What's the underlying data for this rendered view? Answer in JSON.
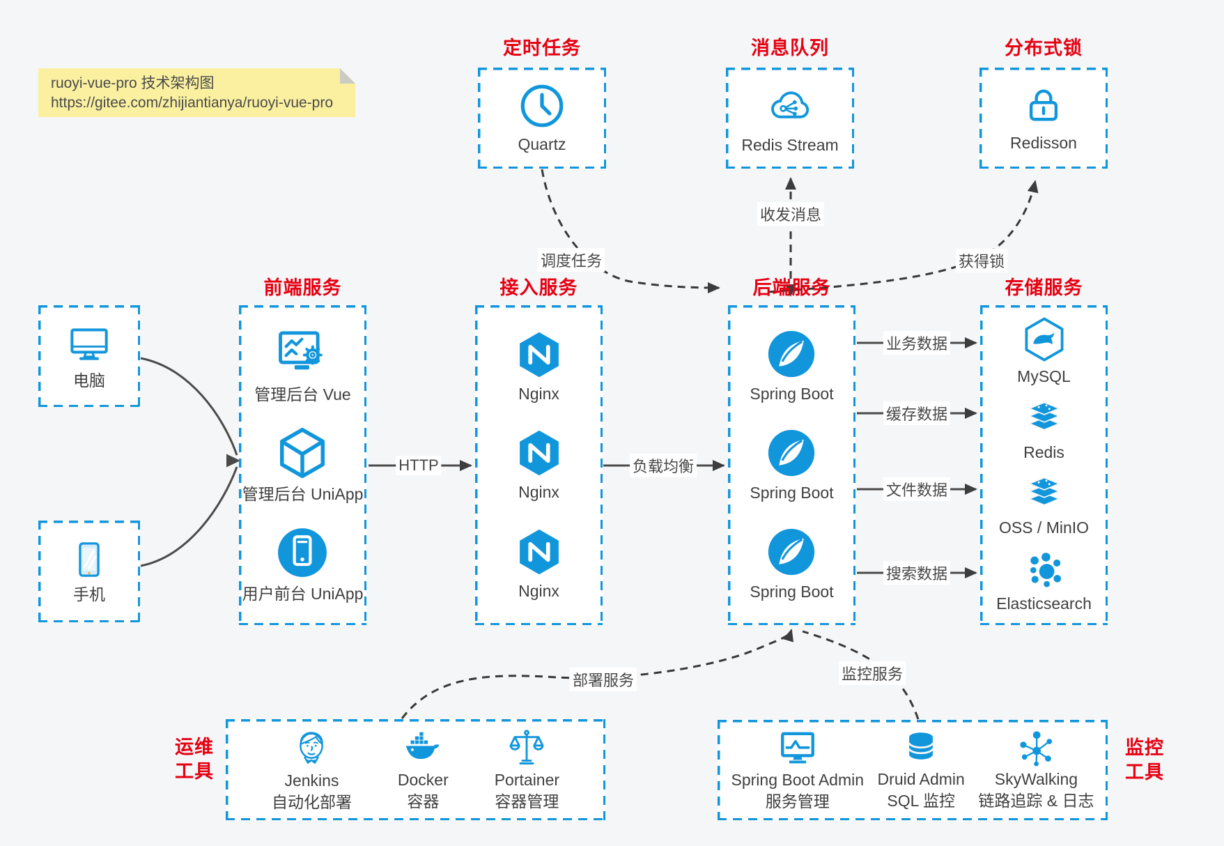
{
  "colors": {
    "accent_blue": "#1296db",
    "title_red": "#e60012",
    "connector_dark": "#3d3d3d",
    "note_bg": "#faf0a0",
    "canvas_bg": "#f5f6f7"
  },
  "note": {
    "line1": "ruoyi-vue-pro 技术架构图",
    "line2": "https://gitee.com/zhijiantianya/ruoyi-vue-pro"
  },
  "top_groups": [
    {
      "title": "定时任务",
      "icon": "clock-icon",
      "label": "Quartz"
    },
    {
      "title": "消息队列",
      "icon": "message-cloud-icon",
      "label": "Redis Stream"
    },
    {
      "title": "分布式锁",
      "icon": "lock-icon",
      "label": "Redisson"
    }
  ],
  "clients": [
    {
      "icon": "desktop-icon",
      "label": "电脑"
    },
    {
      "icon": "smartphone-icon",
      "label": "手机"
    }
  ],
  "columns": [
    {
      "title": "前端服务",
      "items": [
        {
          "icon": "admin-vue-icon",
          "label": "管理后台 Vue"
        },
        {
          "icon": "uniapp-cube-icon",
          "label": "管理后台 UniApp"
        },
        {
          "icon": "mobile-app-icon",
          "label": "用户前台 UniApp"
        }
      ]
    },
    {
      "title": "接入服务",
      "items": [
        {
          "icon": "nginx-icon",
          "label": "Nginx"
        },
        {
          "icon": "nginx-icon",
          "label": "Nginx"
        },
        {
          "icon": "nginx-icon",
          "label": "Nginx"
        }
      ]
    },
    {
      "title": "后端服务",
      "items": [
        {
          "icon": "spring-boot-icon",
          "label": "Spring Boot"
        },
        {
          "icon": "spring-boot-icon",
          "label": "Spring Boot"
        },
        {
          "icon": "spring-boot-icon",
          "label": "Spring Boot"
        }
      ]
    },
    {
      "title": "存储服务",
      "items": [
        {
          "icon": "mysql-icon",
          "label": "MySQL"
        },
        {
          "icon": "redis-stack-icon",
          "label": "Redis"
        },
        {
          "icon": "oss-minio-stack-icon",
          "label": "OSS / MinIO"
        },
        {
          "icon": "elasticsearch-icon",
          "label": "Elasticsearch"
        }
      ]
    }
  ],
  "bottom_groups": [
    {
      "side_title_line1": "运维",
      "side_title_line2": "工具",
      "items": [
        {
          "icon": "jenkins-icon",
          "label": "Jenkins",
          "sublabel": "自动化部署"
        },
        {
          "icon": "docker-whale-icon",
          "label": "Docker",
          "sublabel": "容器"
        },
        {
          "icon": "portainer-scales-icon",
          "label": "Portainer",
          "sublabel": "容器管理"
        }
      ]
    },
    {
      "side_title_line1": "监控",
      "side_title_line2": "工具",
      "items": [
        {
          "icon": "monitor-pulse-icon",
          "label": "Spring Boot Admin",
          "sublabel": "服务管理"
        },
        {
          "icon": "database-icon",
          "label": "Druid Admin",
          "sublabel": "SQL 监控"
        },
        {
          "icon": "network-hub-icon",
          "label": "SkyWalking",
          "sublabel": "链路追踪 & 日志"
        }
      ]
    }
  ],
  "edge_labels": {
    "http": "HTTP",
    "load_balance": "负载均衡",
    "schedule_job": "调度任务",
    "send_receive_message": "收发消息",
    "acquire_lock": "获得锁",
    "business_data": "业务数据",
    "cache_data": "缓存数据",
    "file_data": "文件数据",
    "search_data": "搜索数据",
    "deploy_service": "部署服务",
    "monitor_service": "监控服务"
  }
}
